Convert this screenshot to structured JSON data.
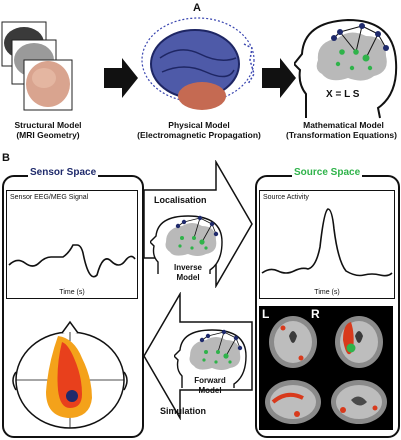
{
  "panel_a": {
    "letter": "A",
    "structural": {
      "title": "Structural Model",
      "subtitle": "(MRI Geometry)"
    },
    "physical": {
      "title": "Physical Model",
      "subtitle": "(Electromagnetic Propagation)"
    },
    "mathematical": {
      "title": "Mathematical Model",
      "subtitle": "(Transformation Equations)",
      "equation": "X = L S"
    }
  },
  "panel_b": {
    "letter": "B",
    "sensor_space": {
      "title": "Sensor Space",
      "color": "#1f2a6b",
      "plot_title": "Sensor EEG/MEG Signal",
      "xlabel": "Time (s)"
    },
    "source_space": {
      "title": "Source Space",
      "color": "#2fb34a",
      "plot_title": "Source Activity",
      "xlabel": "Time (s)"
    },
    "localisation": "Localisation",
    "inverse_model": {
      "line1": "Inverse",
      "line2": "Model"
    },
    "forward_model": {
      "line1": "Forward",
      "line2": "Model"
    },
    "simulation": "Simulation",
    "mri_left": "L",
    "mri_right": "R"
  },
  "colors": {
    "node": "#1f2a6b",
    "source": "#2fb34a",
    "brain": "#b9b9b9",
    "hot": "#e8401c",
    "warm": "#f4a21a"
  }
}
